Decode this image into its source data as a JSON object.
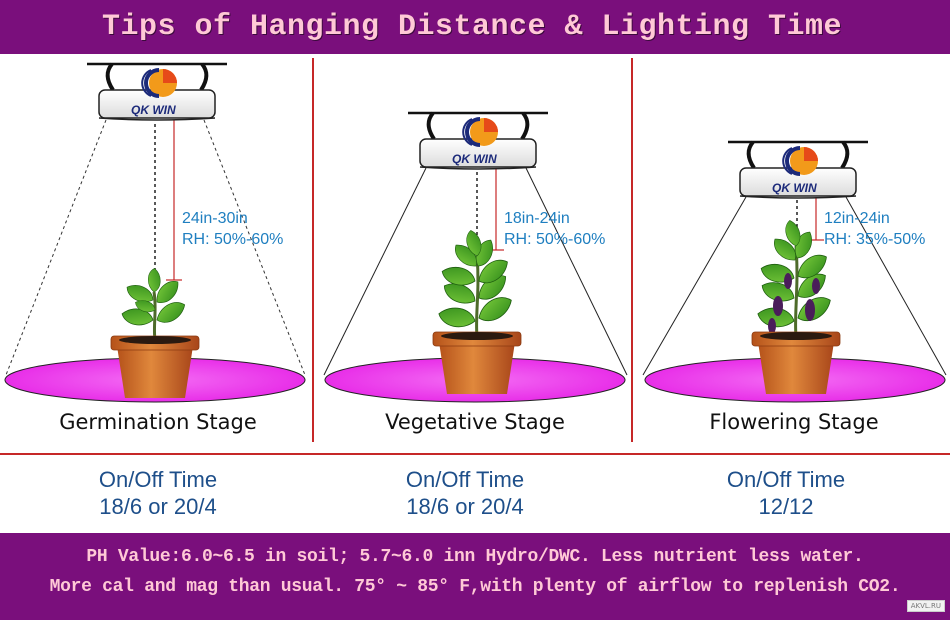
{
  "header": {
    "title": "Tips of Hanging Distance & Lighting Time"
  },
  "brand": {
    "logo_text": "QK WIN"
  },
  "stages": [
    {
      "name": "Germination Stage",
      "distance": "24in-30in",
      "humidity": "RH: 50%-60%",
      "time_label": "On/Off Time",
      "time_value": "18/6 or 20/4"
    },
    {
      "name": "Vegetative Stage",
      "distance": "18in-24in",
      "humidity": "RH: 50%-60%",
      "time_label": "On/Off Time",
      "time_value": "18/6 or 20/4"
    },
    {
      "name": "Flowering Stage",
      "distance": "12in-24in",
      "humidity": "RH: 35%-50%",
      "time_label": "On/Off Time",
      "time_value": "12/12"
    }
  ],
  "footer": {
    "line1": "PH Value:6.0~6.5 in soil; 5.7~6.0 inn Hydro/DWC. Less nutrient less water.",
    "line2": "More cal and mag than usual. 75° ~ 85° F,with plenty of airflow to replenish CO2."
  },
  "watermark": "AKVL.RU",
  "colors": {
    "banner": "#7a0f7c",
    "banner_text": "#ffc9d6",
    "divider": "#c62828",
    "light_spot": "#ee3cf0",
    "distance_text": "#1f7fc0",
    "time_text": "#1e4f8a"
  }
}
